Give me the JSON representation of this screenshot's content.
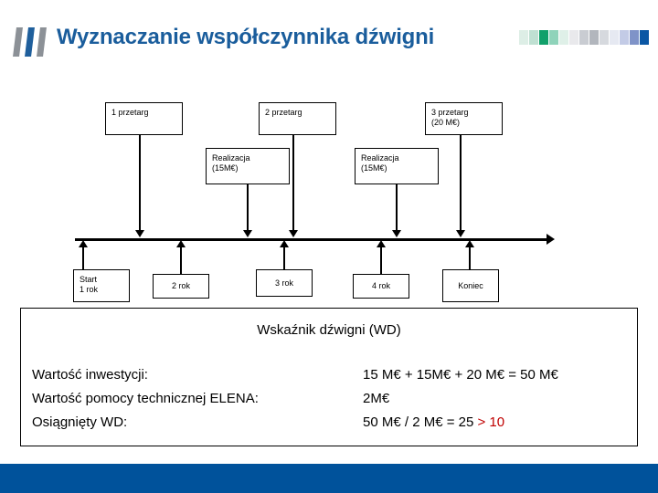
{
  "header": {
    "title": "Wyznaczanie współczynnika dźwigni",
    "accent_color": "#1a5d9c",
    "bar_colors": [
      "#8c9197",
      "#1f5f9c",
      "#8c9197"
    ],
    "swatches": [
      "#ddeee6",
      "#bfe0d2",
      "#11a06a",
      "#8fd3ba",
      "#dff0e8",
      "#e9e9ec",
      "#c9ccd2",
      "#b2b6bd",
      "#d6d9de",
      "#e6e9f2",
      "#c3cbe6",
      "#7f93c8",
      "#0b57a4"
    ]
  },
  "diagram": {
    "top_nodes": [
      {
        "id": "przetarg-1",
        "label": "1 przetarg"
      },
      {
        "id": "przetarg-2",
        "label": "2 przetarg"
      },
      {
        "id": "przetarg-3",
        "label": "3 przetarg\n(20 M€)"
      }
    ],
    "mid_nodes": [
      {
        "id": "realizacja-1",
        "label": "Realizacja\n(15M€)"
      },
      {
        "id": "realizacja-2",
        "label": "Realizacja\n(15M€)"
      }
    ],
    "bottom_nodes": [
      {
        "id": "start",
        "label": "Start\n1 rok"
      },
      {
        "id": "rok-2",
        "label": "2 rok"
      },
      {
        "id": "rok-3",
        "label": "3 rok"
      },
      {
        "id": "rok-4",
        "label": "4 rok"
      },
      {
        "id": "koniec",
        "label": "Koniec"
      }
    ]
  },
  "wd_panel": {
    "heading": "Wskaźnik dźwigni (WD)",
    "rows": [
      {
        "label": "Wartość inwestycji:",
        "value": "15 M€ + 15M€ + 20 M€ = 50 M€",
        "highlight": ""
      },
      {
        "label": "Wartość pomocy technicznej ELENA:",
        "value": "2M€",
        "highlight": ""
      },
      {
        "label": "Osiągnięty WD:",
        "value": "50 M€ / 2 M€ = 25 ",
        "highlight": "> 10"
      }
    ],
    "highlight_color": "#c00000"
  },
  "footer": {
    "color": "#00529b"
  }
}
